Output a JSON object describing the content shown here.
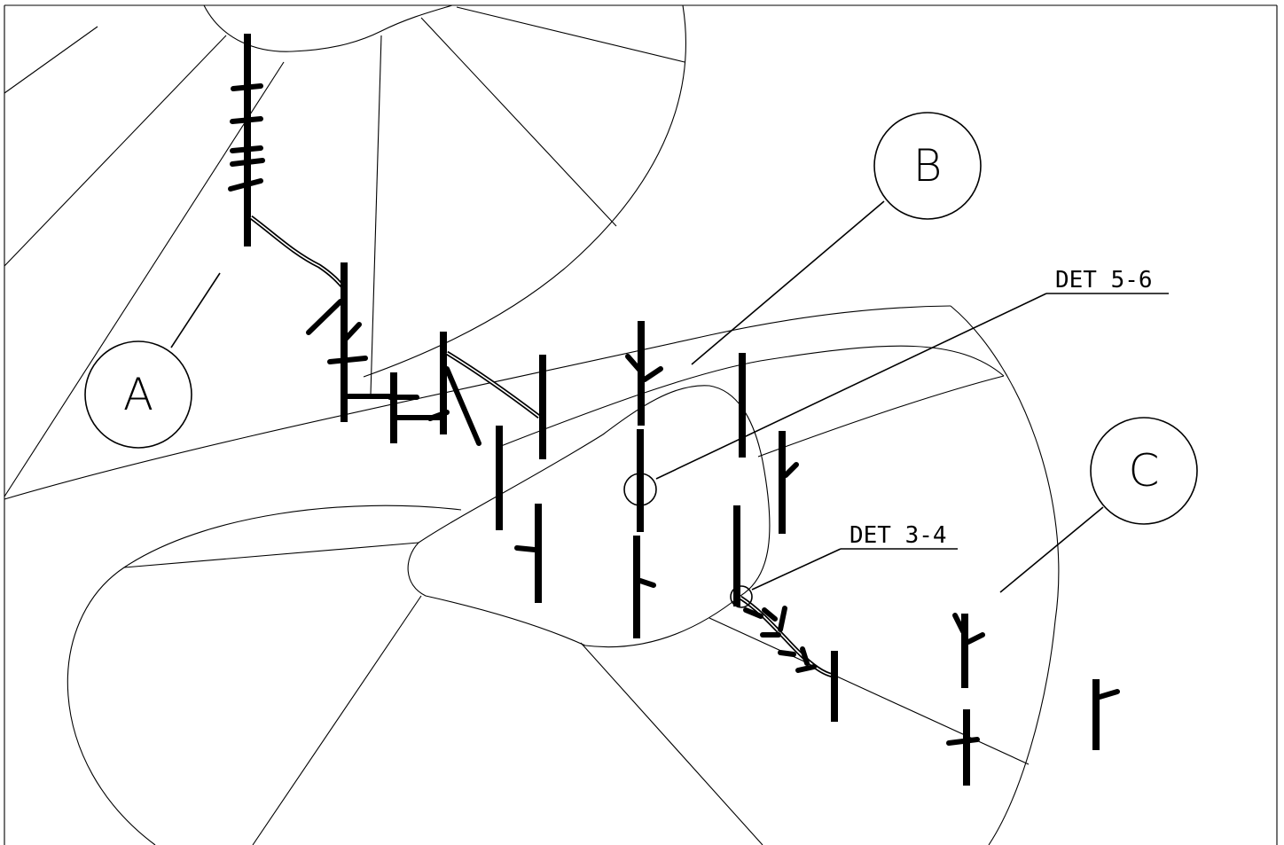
{
  "labels": {
    "bubble_a": "A",
    "bubble_b": "B",
    "bubble_c": "C",
    "detail_upper": "DET 5-6",
    "detail_lower": "DET 3-4"
  }
}
